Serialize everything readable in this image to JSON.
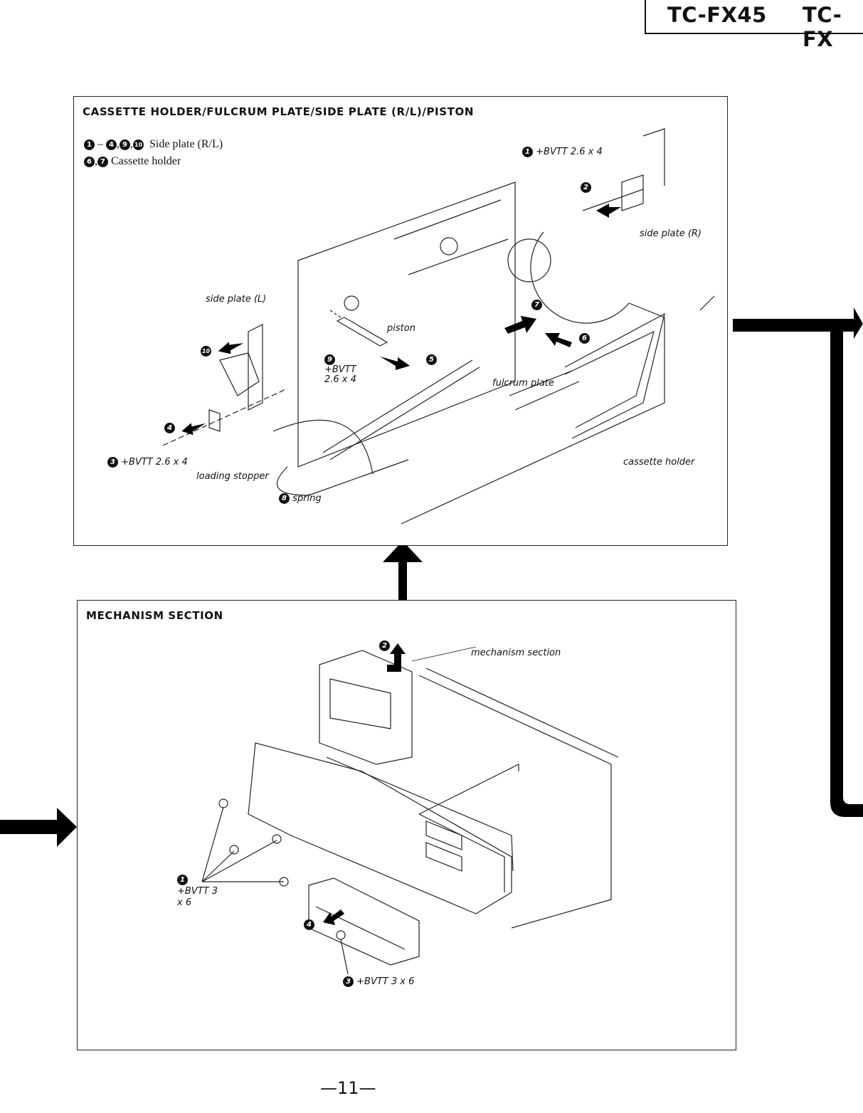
{
  "header": {
    "model_left": "TC-FX45",
    "model_right": "TC-FX"
  },
  "panel_top": {
    "title": "CASSETTE HOLDER/FULCRUM PLATE/SIDE PLATE (R/L)/PISTON",
    "legend": [
      {
        "steps": [
          "1",
          "–",
          "4",
          "9",
          "10"
        ],
        "text": "Side plate (R/L)"
      },
      {
        "steps": [
          "6",
          "7"
        ],
        "text": "Cassette holder"
      }
    ],
    "callouts": [
      {
        "num": "1",
        "text": "+BVTT 2.6 x 4"
      },
      {
        "num": "2",
        "text": ""
      },
      {
        "num": "",
        "text": "side plate (R)"
      },
      {
        "num": "",
        "text": "side plate (L)"
      },
      {
        "num": "",
        "text": "piston"
      },
      {
        "num": "10",
        "text": ""
      },
      {
        "num": "9",
        "text": "+BVTT 2.6 x 4"
      },
      {
        "num": "5",
        "text": ""
      },
      {
        "num": "7",
        "text": ""
      },
      {
        "num": "6",
        "text": ""
      },
      {
        "num": "",
        "text": "fulcrum plate"
      },
      {
        "num": "4",
        "text": ""
      },
      {
        "num": "3",
        "text": "+BVTT 2.6 x 4"
      },
      {
        "num": "",
        "text": "loading stopper"
      },
      {
        "num": "8",
        "text": "spring"
      },
      {
        "num": "",
        "text": "cassette holder"
      }
    ]
  },
  "panel_bottom": {
    "title": "MECHANISM SECTION",
    "callouts": [
      {
        "num": "2",
        "text": ""
      },
      {
        "num": "",
        "text": "mechanism section"
      },
      {
        "num": "1",
        "text": "+BVTT 3 x 6"
      },
      {
        "num": "4",
        "text": ""
      },
      {
        "num": "3",
        "text": "+BVTT 3 x 6"
      }
    ]
  },
  "footer": {
    "page_number": "—11—"
  }
}
